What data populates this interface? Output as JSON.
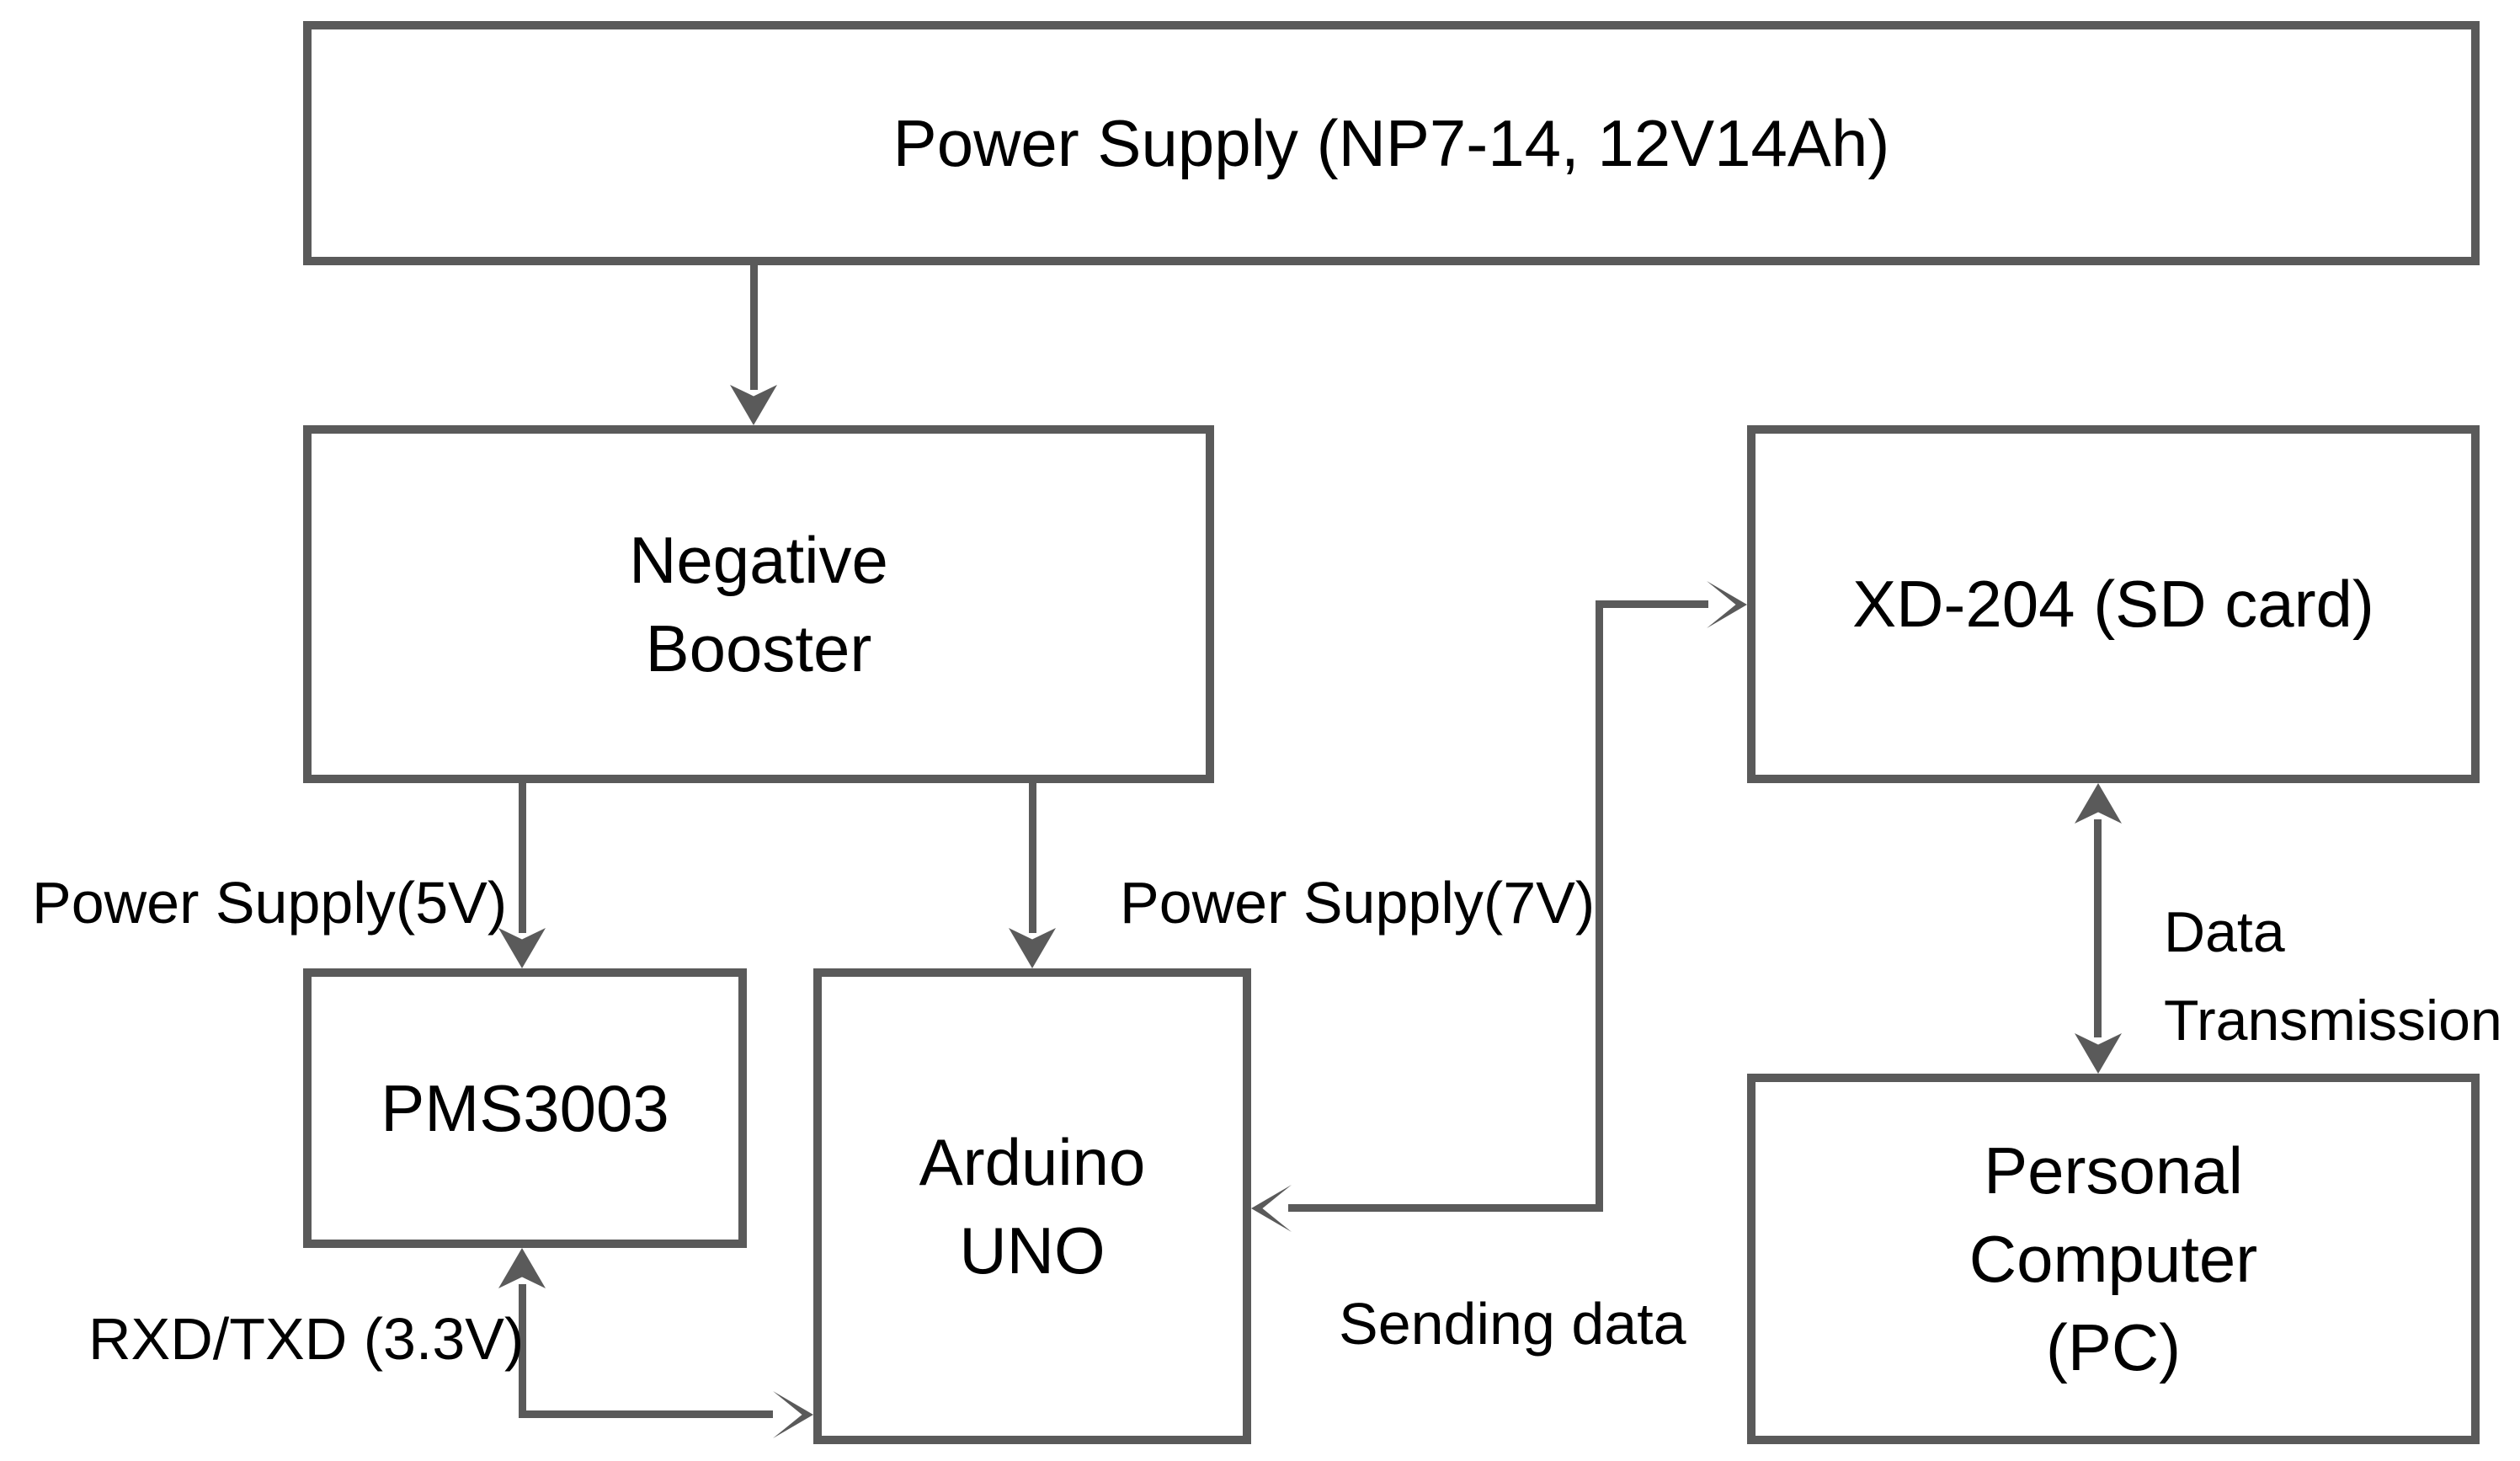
{
  "canvas": {
    "background": "#ffffff",
    "line_color": "#5a5a5a",
    "text_color": "#000000"
  },
  "nodes": {
    "power_supply": {
      "label": "Power Supply (NP7-14, 12V14Ah)"
    },
    "negative_booster": {
      "label": "Negative\nBooster"
    },
    "xd204": {
      "label": "XD-204 (SD card)"
    },
    "pms3003": {
      "label": "PMS3003"
    },
    "arduino_uno": {
      "label": "Arduino\nUNO"
    },
    "personal_computer": {
      "label": "Personal\nComputer\n(PC)"
    }
  },
  "edge_labels": {
    "power_5v": "Power Supply(5V)",
    "power_7v": "Power Supply(7V)",
    "rxd_txd": "RXD/TXD (3.3V)",
    "sending_data": "Sending data",
    "data_transmission": "Data\nTransmission"
  }
}
